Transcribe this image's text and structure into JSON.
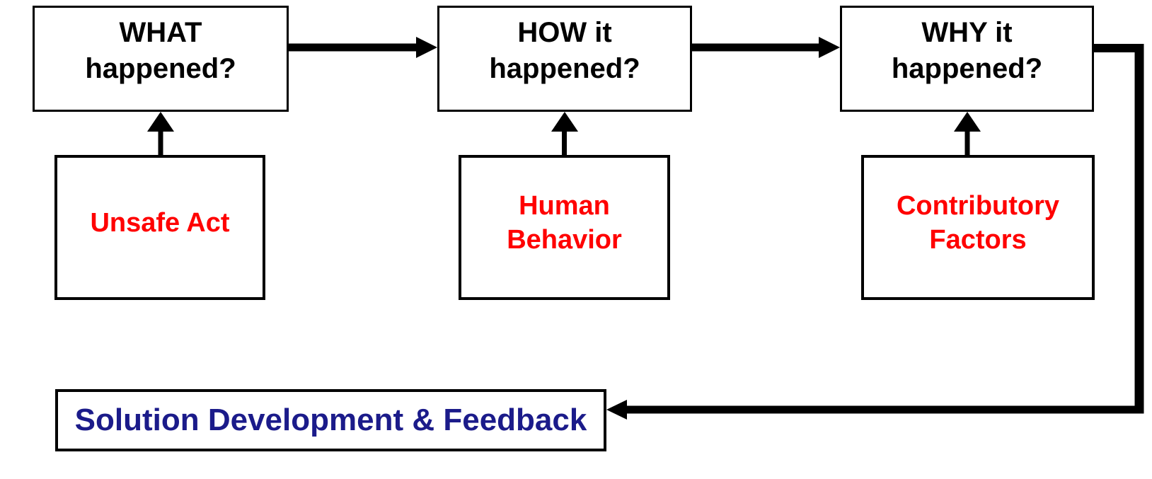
{
  "boxes": {
    "what": {
      "line1": "WHAT",
      "line2": "happened?"
    },
    "how": {
      "line1": "HOW it",
      "line2": "happened?"
    },
    "why": {
      "line1": "WHY it",
      "line2": "happened?"
    },
    "unsafe_act": {
      "line1": "Unsafe Act"
    },
    "human_behavior": {
      "line1": "Human",
      "line2": "Behavior"
    },
    "contributory_factors": {
      "line1": "Contributory",
      "line2": "Factors"
    },
    "solution": {
      "label": "Solution Development & Feedback"
    }
  },
  "connections": [
    {
      "from": "WHAT happened?",
      "to": "HOW it happened?"
    },
    {
      "from": "HOW it happened?",
      "to": "WHY it happened?"
    },
    {
      "from": "Unsafe Act",
      "to": "WHAT happened?"
    },
    {
      "from": "Human Behavior",
      "to": "HOW it happened?"
    },
    {
      "from": "Contributory Factors",
      "to": "WHY it happened?"
    },
    {
      "from": "WHY it happened?",
      "to": "Solution Development & Feedback"
    }
  ],
  "colors": {
    "question_text": "#000000",
    "cause_text": "#FF0000",
    "solution_text": "#1B1B8A",
    "line": "#000000",
    "background": "#FFFFFF"
  }
}
